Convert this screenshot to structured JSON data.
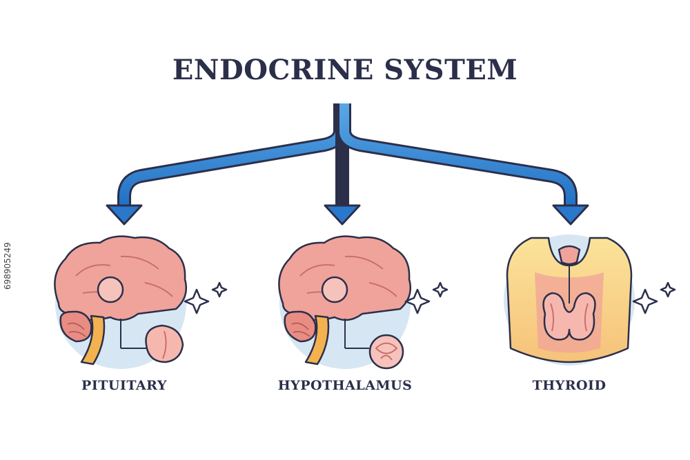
{
  "title": "ENDOCRINE SYSTEM",
  "items": [
    {
      "label": "PITUITARY"
    },
    {
      "label": "HYPOTHALAMUS"
    },
    {
      "label": "THYROID"
    }
  ],
  "stock_id": "698905249",
  "colors": {
    "text": "#2b2f4a",
    "arrow": "#2f7fd0",
    "circle_bg": "#d7e6f3",
    "brain": "#f0a39a",
    "accent_orange": "#f3b24f"
  }
}
